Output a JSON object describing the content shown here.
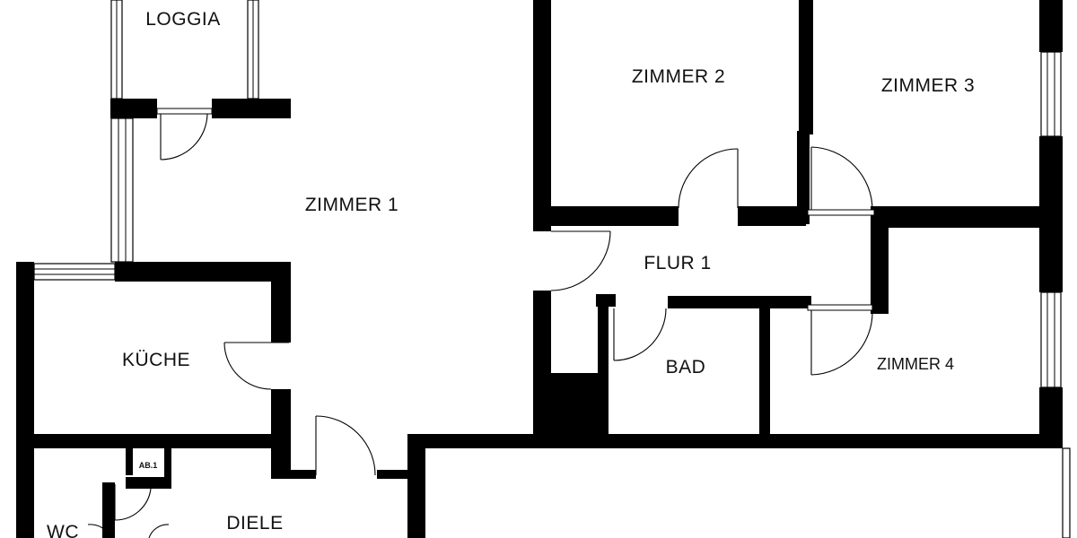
{
  "rooms": {
    "loggia": "LOGGIA",
    "zimmer1": "ZIMMER 1",
    "zimmer2": "ZIMMER 2",
    "zimmer3": "ZIMMER 3",
    "zimmer4": "ZIMMER 4",
    "flur1": "FLUR 1",
    "kueche": "KÜCHE",
    "bad": "BAD",
    "diele": "DIELE",
    "wc": "WC",
    "ab1": "AB.1"
  },
  "colors": {
    "wall": "#000000",
    "background": "#ffffff",
    "text": "#111111"
  }
}
